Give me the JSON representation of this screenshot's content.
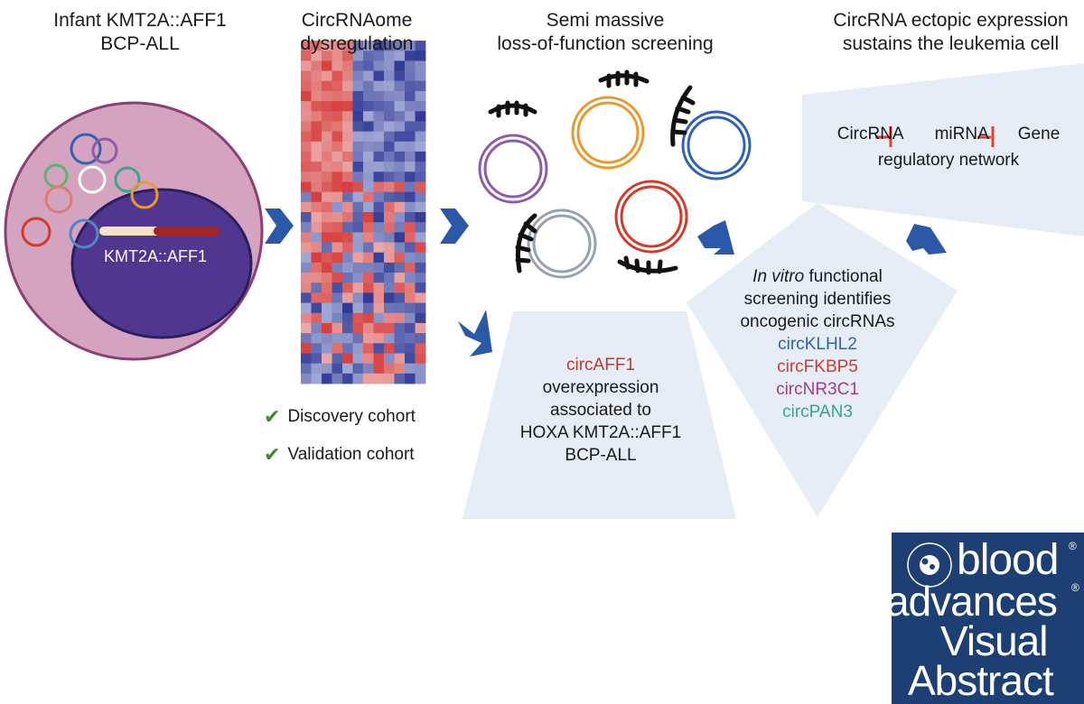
{
  "titles": {
    "infant": [
      "Infant KMT2A::AFF1",
      "BCP-ALL"
    ],
    "circrnaome": [
      "CircRNAome",
      "dysregulation"
    ],
    "screening": [
      "Semi massive",
      "loss-of-function screening"
    ],
    "ectopic": [
      "CircRNA ectopic expression",
      "sustains the leukemia cell"
    ]
  },
  "cell": {
    "gene_label": "KMT2A::AFF1"
  },
  "cohorts": {
    "discovery": "Discovery cohort",
    "validation": "Validation cohort"
  },
  "network": {
    "circrna": "CircRNA",
    "mirna": "miRNA",
    "gene": "Gene",
    "line2": "regulatory network",
    "inhibit_color": "#d7452f"
  },
  "affp": {
    "name": "circAFF1",
    "lines": [
      "overexpression",
      "associated to",
      "HOXA KMT2A::AFF1",
      "BCP-ALL"
    ],
    "name_color": "#c0392b"
  },
  "invitro": {
    "italic": "In vitro",
    "rest": " functional",
    "lines": [
      "screening identifies",
      "oncogenic circRNAs"
    ],
    "circs": [
      {
        "name": "circKLHL2",
        "color": "#2f63b0"
      },
      {
        "name": "circFKBP5",
        "color": "#d03b2a"
      },
      {
        "name": "circNR3C1",
        "color": "#9c3e8f"
      },
      {
        "name": "circPAN3",
        "color": "#35a58a"
      }
    ]
  },
  "logo": {
    "l1": "blood",
    "l2": "advances",
    "l3": "Visual",
    "l4": "Abstract",
    "registered": "®",
    "color": "#1d3f73"
  },
  "colors": {
    "arrow": "#2c58a8",
    "panel": "#e6edf6",
    "cell_outer": "#d3a3c0",
    "cell_outer_stroke": "#8c3f73",
    "nucleus": "#51368f"
  }
}
